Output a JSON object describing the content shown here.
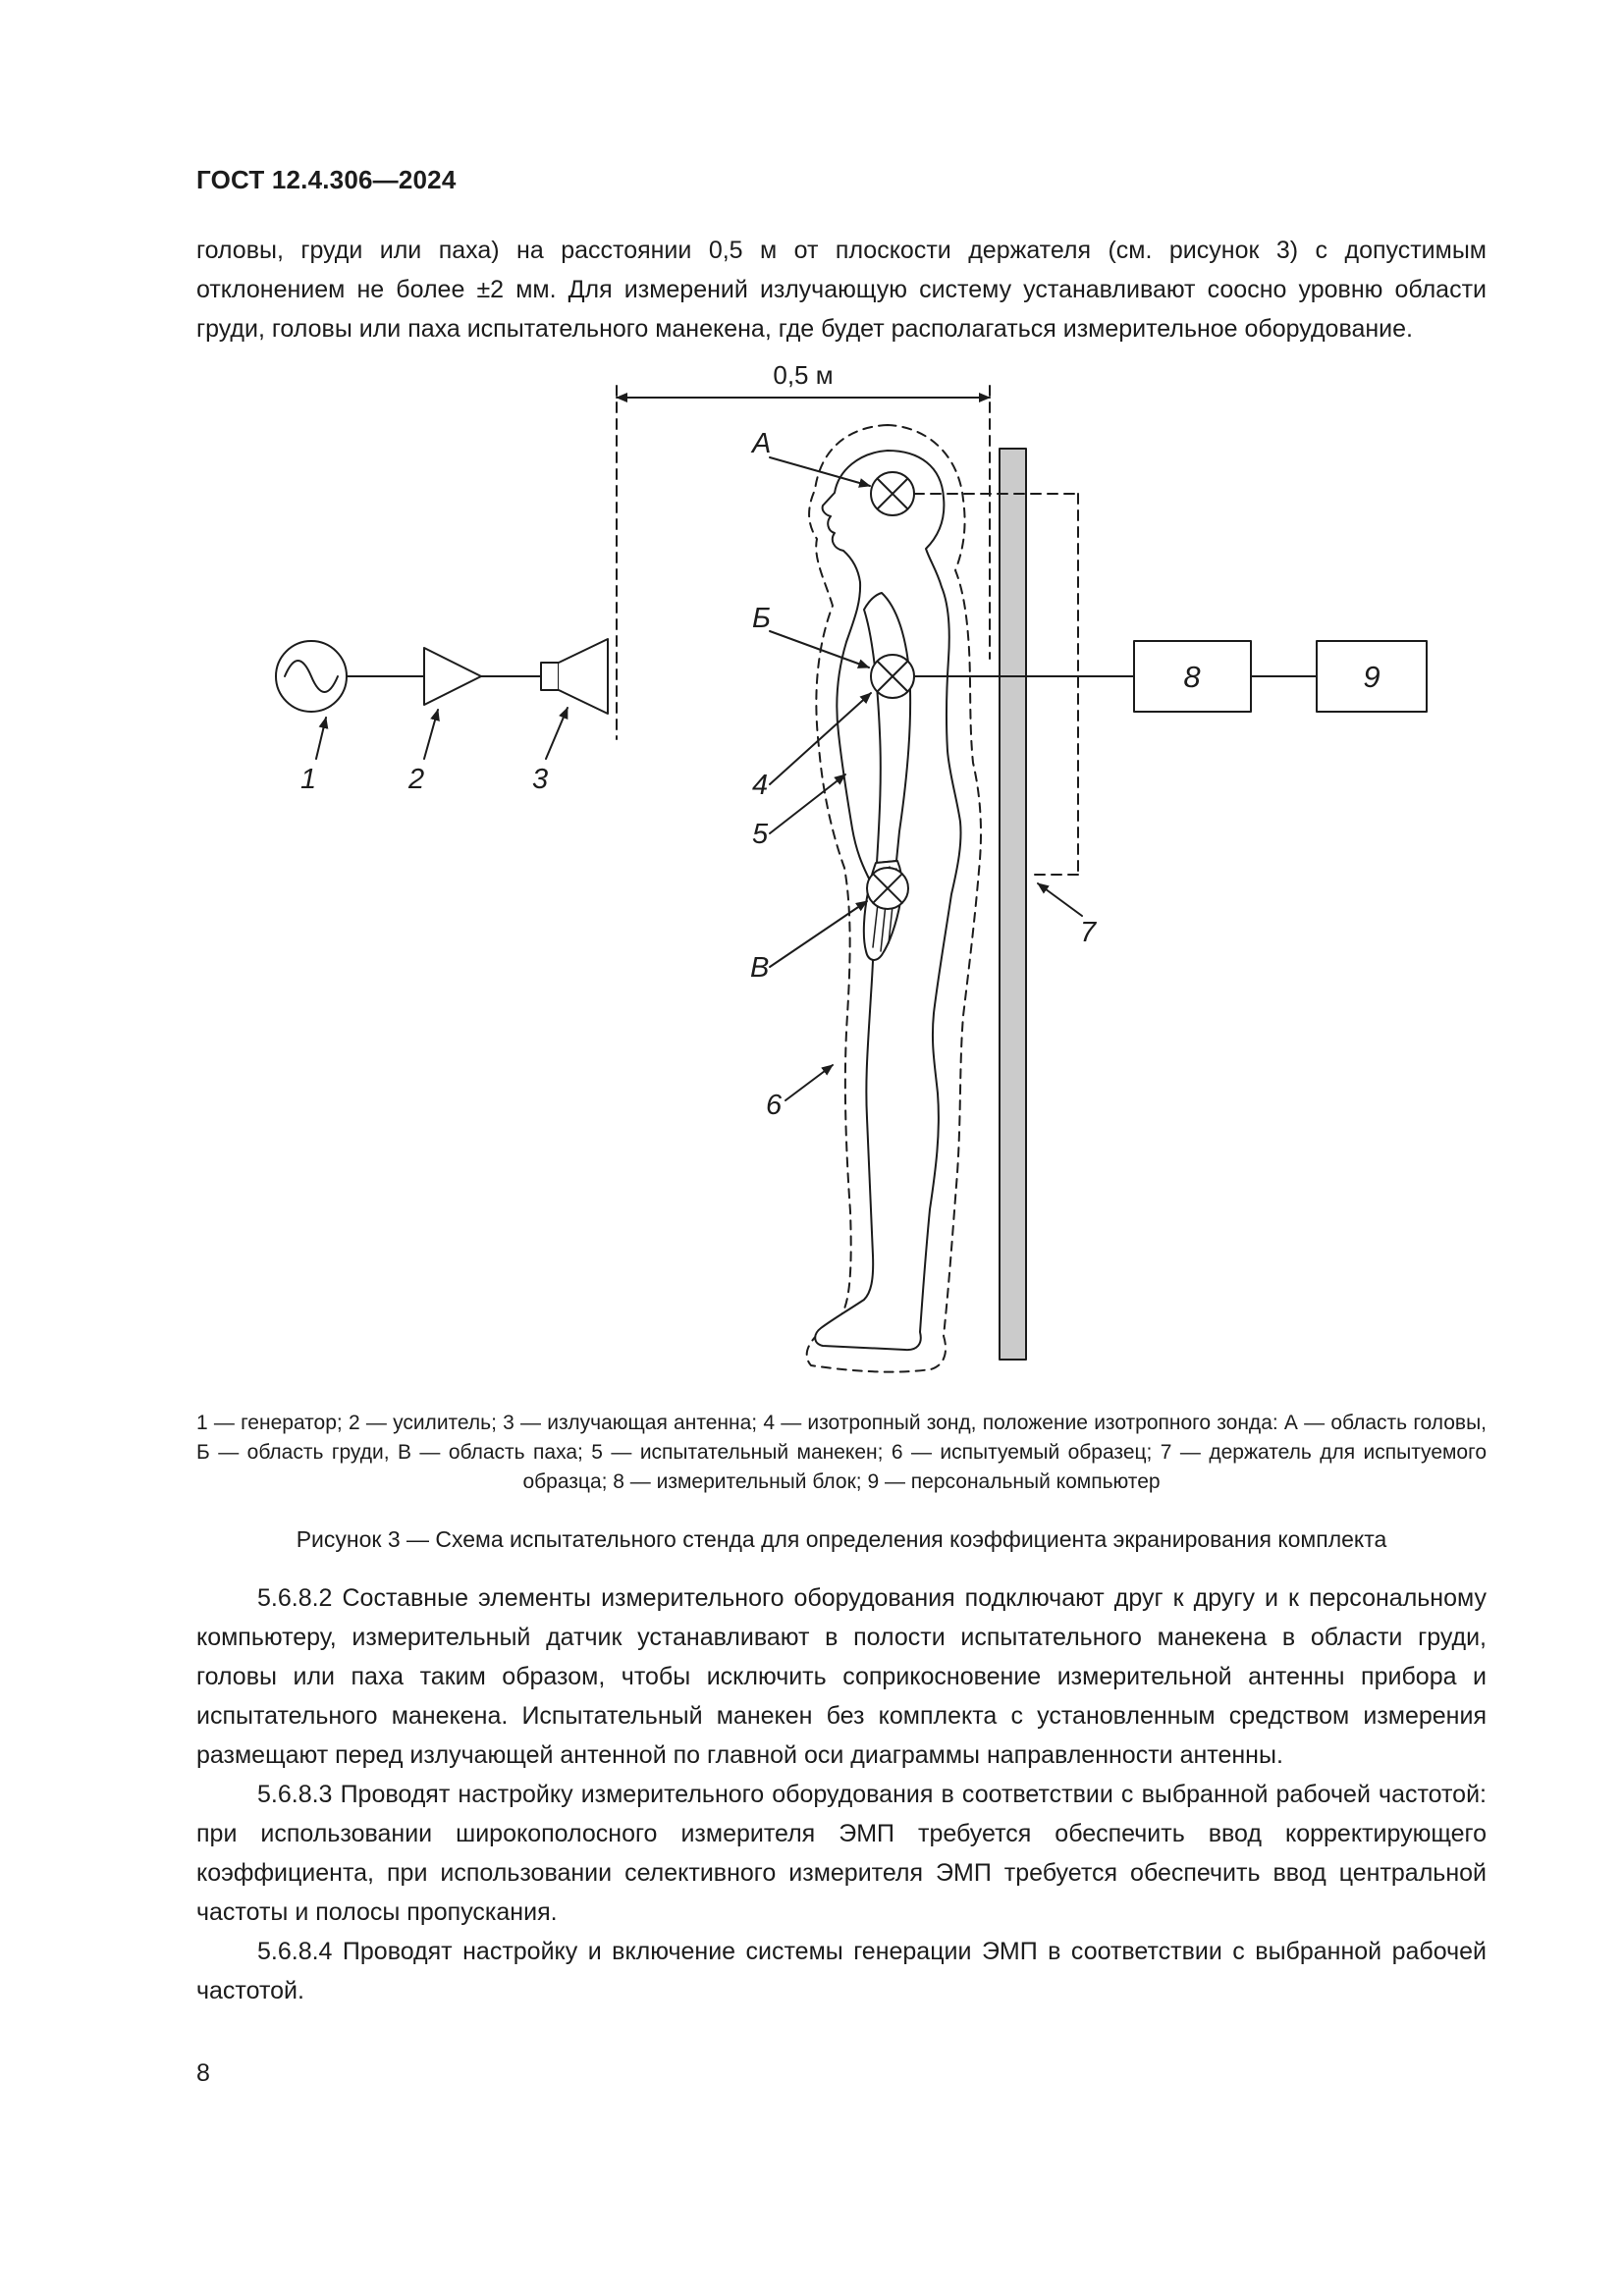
{
  "header": "ГОСТ 12.4.306—2024",
  "page_number": "8",
  "intro": "головы, груди или паха) на расстоянии 0,5 м от плоскости держателя (см. рисунок 3) с допустимым отклонением не более ±2 мм. Для измерений излучающую систему устанавливают соосно уровню области груди, головы или паха испытательного манекена, где будет располагаться измерительное оборудование.",
  "figure": {
    "dimension_label": "0,5 м",
    "labels": {
      "n1": "1",
      "n2": "2",
      "n3": "3",
      "n4": "4",
      "n5": "5",
      "n6": "6",
      "n7": "7",
      "n8": "8",
      "n9": "9",
      "head": "А",
      "chest": "Б",
      "groin": "В"
    },
    "legend": "1 — генератор; 2 — усилитель; 3 — излучающая антенна; 4 — изотропный зонд, положение изотропного зонда: А — область головы, Б — область груди, В — область паха; 5 — испытательный манекен; 6 — испытуемый образец; 7 — держатель для испытуемого образца; 8 — измерительный блок; 9 — персональный компьютер",
    "caption": "Рисунок 3 — Схема испытательного стенда для определения коэффициента экранирования комплекта"
  },
  "sections": [
    "5.6.8.2 Составные элементы измерительного оборудования подключают друг к другу и к персональному компьютеру, измерительный датчик устанавливают в полости испытательного манекена в области груди, головы или паха таким образом, чтобы исключить соприкосновение измерительной антенны прибора и испытательного манекена. Испытательный манекен без комплекта с установленным средством измерения размещают перед излучающей антенной по главной оси диаграммы направленности антенны.",
    "5.6.8.3 Проводят настройку измерительного оборудования в соответствии с выбранной рабочей частотой: при использовании широкополосного измерителя ЭМП требуется обеспечить ввод корректирующего коэффициента, при использовании селективного измерителя ЭМП требуется обеспечить ввод центральной частоты и полосы пропускания.",
    "5.6.8.4 Проводят настройку и включение системы генерации ЭМП в соответствии с выбранной рабочей частотой."
  ],
  "colors": {
    "ink": "#1c1c1c",
    "panel_fill": "#cbcbcb",
    "paper": "#ffffff"
  }
}
